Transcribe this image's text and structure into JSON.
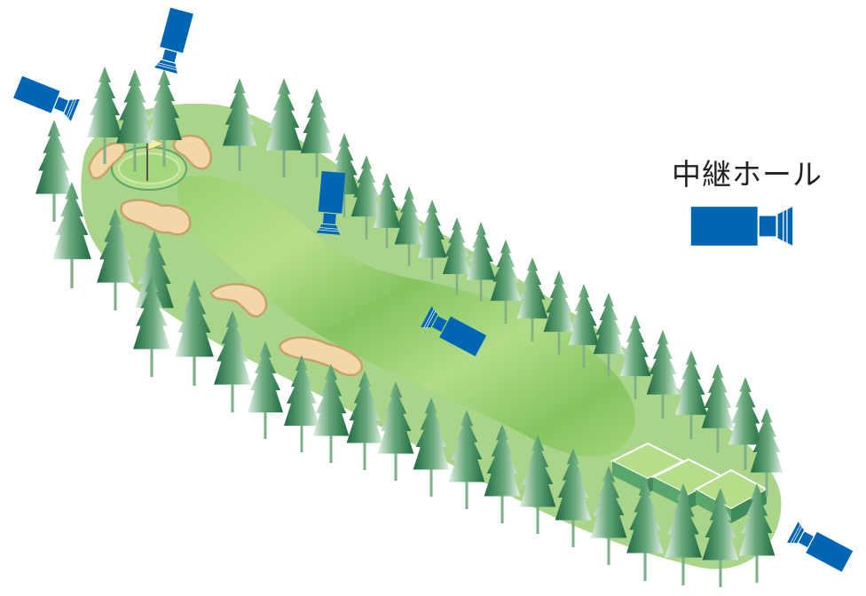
{
  "legend": {
    "label": "中継ホール",
    "icon": "tv-camera-icon"
  },
  "colors": {
    "camera": "#0066b3",
    "rough": "#a9d48a",
    "fairway": "#8ec86a",
    "green": "#a6d67c",
    "bunker": "#f2d7a8",
    "tree_dark": "#2d7a4c",
    "tree_light": "#dceee0",
    "flag": "#f5f0a0"
  },
  "diagram": {
    "subject": "golf-hole",
    "cameras": 5,
    "bunkers": 5,
    "tee_boxes": 3
  }
}
